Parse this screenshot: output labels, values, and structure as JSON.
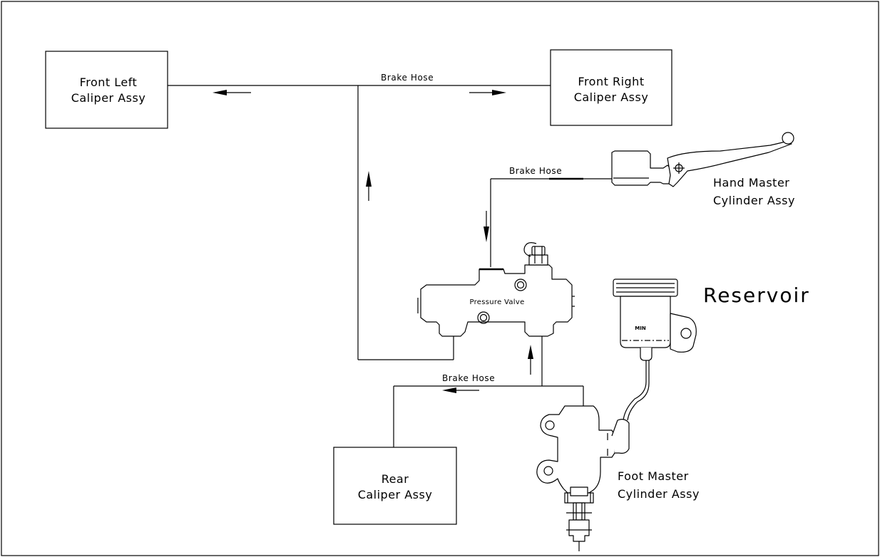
{
  "components": {
    "front_left": {
      "line1": "Front Left",
      "line2": "Caliper Assy"
    },
    "front_right": {
      "line1": "Front Right",
      "line2": "Caliper Assy"
    },
    "hand_master": {
      "line1": "Hand Master",
      "line2": "Cylinder Assy"
    },
    "rear": {
      "line1": "Rear",
      "line2": "Caliper Assy"
    },
    "foot_master": {
      "line1": "Foot Master",
      "line2": "Cylinder Assy"
    },
    "reservoir": {
      "label": "Reservoir",
      "min_mark": "MIN"
    },
    "pressure_valve": {
      "label": "Pressure Valve"
    }
  },
  "hoses": {
    "front": "Brake Hose",
    "hand": "Brake Hose",
    "rear": "Brake Hose"
  }
}
